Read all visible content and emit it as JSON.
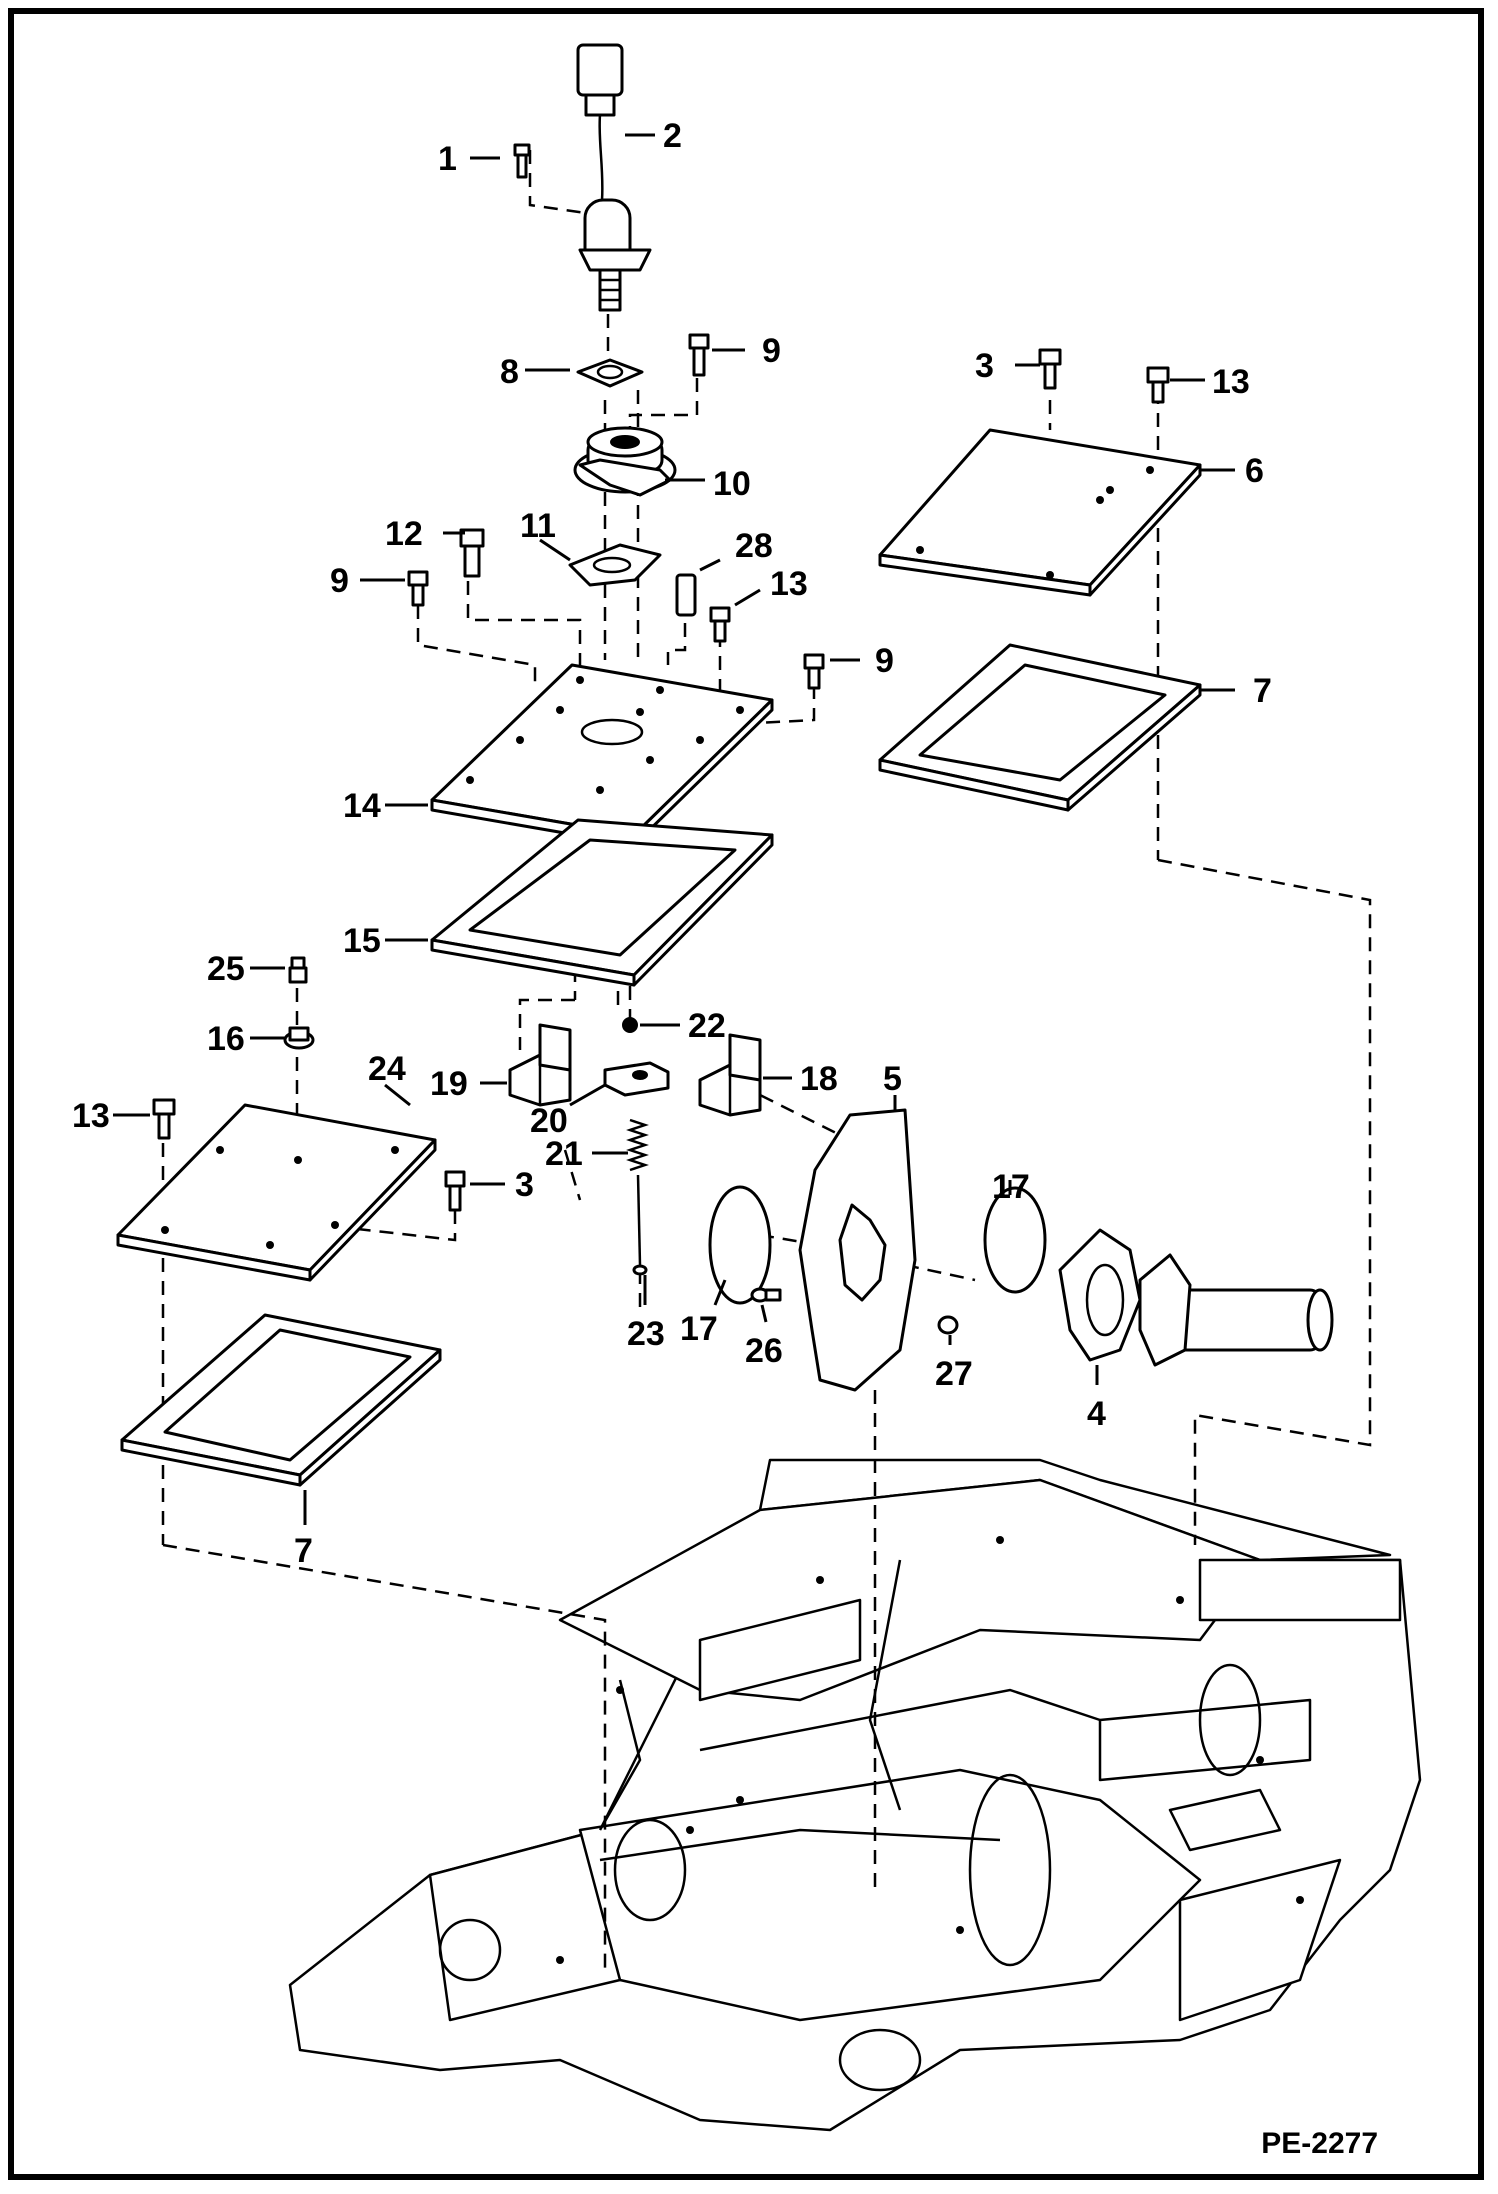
{
  "diagram": {
    "drawing_code": "PE-2277",
    "callouts": [
      {
        "id": "c1",
        "text": "1"
      },
      {
        "id": "c2",
        "text": "2"
      },
      {
        "id": "c3a",
        "text": "3"
      },
      {
        "id": "c13a",
        "text": "13"
      },
      {
        "id": "c8",
        "text": "8"
      },
      {
        "id": "c9a",
        "text": "9"
      },
      {
        "id": "c6",
        "text": "6"
      },
      {
        "id": "c10",
        "text": "10"
      },
      {
        "id": "c12",
        "text": "12"
      },
      {
        "id": "c11",
        "text": "11"
      },
      {
        "id": "c28",
        "text": "28"
      },
      {
        "id": "c9b",
        "text": "9"
      },
      {
        "id": "c13b",
        "text": "13"
      },
      {
        "id": "c9c",
        "text": "9"
      },
      {
        "id": "c7a",
        "text": "7"
      },
      {
        "id": "c14",
        "text": "14"
      },
      {
        "id": "c15",
        "text": "15"
      },
      {
        "id": "c25",
        "text": "25"
      },
      {
        "id": "c16",
        "text": "16"
      },
      {
        "id": "c22",
        "text": "22"
      },
      {
        "id": "c24",
        "text": "24"
      },
      {
        "id": "c19",
        "text": "19"
      },
      {
        "id": "c18",
        "text": "18"
      },
      {
        "id": "c5",
        "text": "5"
      },
      {
        "id": "c13c",
        "text": "13"
      },
      {
        "id": "c20",
        "text": "20"
      },
      {
        "id": "c21",
        "text": "21"
      },
      {
        "id": "c3b",
        "text": "3"
      },
      {
        "id": "c17a",
        "text": "17"
      },
      {
        "id": "c17b",
        "text": "17"
      },
      {
        "id": "c23",
        "text": "23"
      },
      {
        "id": "c26",
        "text": "26"
      },
      {
        "id": "c27",
        "text": "27"
      },
      {
        "id": "c4",
        "text": "4"
      },
      {
        "id": "c7b",
        "text": "7"
      }
    ]
  }
}
